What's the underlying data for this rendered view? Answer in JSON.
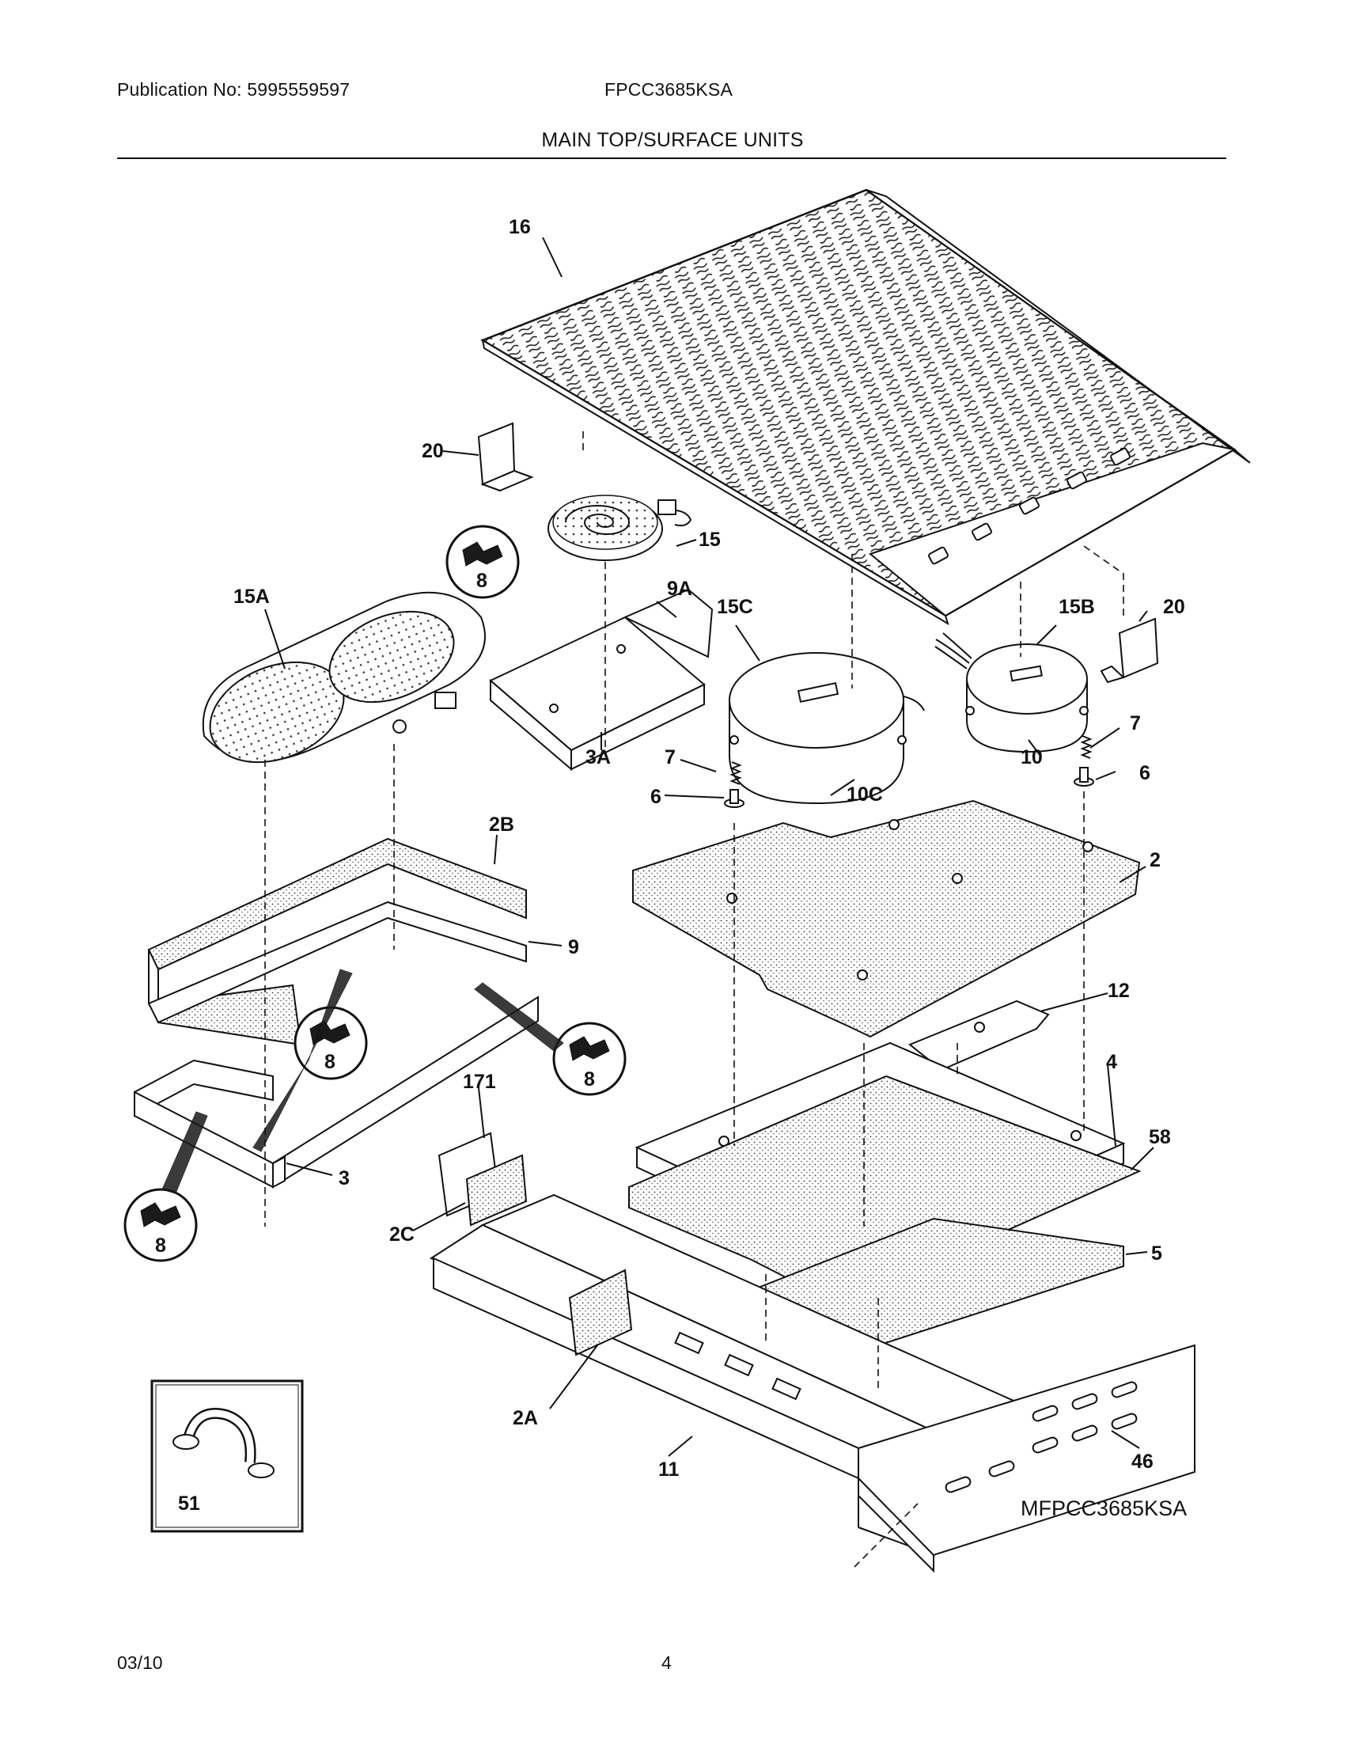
{
  "header": {
    "publication": "Publication No: 5995559597",
    "model": "FPCC3685KSA",
    "section_title": "MAIN TOP/SURFACE UNITS"
  },
  "footer": {
    "date": "03/10",
    "page": "4"
  },
  "diagram": {
    "drawing_code": "MFPCC3685KSA",
    "callouts": {
      "c16": "16",
      "c20a": "20",
      "c20b": "20",
      "c15": "15",
      "c9A": "9A",
      "c15A": "15A",
      "c15C": "15C",
      "c15B": "15B",
      "c7a": "7",
      "c7b": "7",
      "c6a": "6",
      "c6b": "6",
      "c3A": "3A",
      "c10C": "10C",
      "c10": "10",
      "c2B": "2B",
      "c2": "2",
      "c9": "9",
      "c12": "12",
      "c4": "4",
      "c171": "171",
      "c58": "58",
      "c3": "3",
      "c2C": "2C",
      "c5": "5",
      "c2A": "2A",
      "c46": "46",
      "c11": "11",
      "c51": "51",
      "clip1": "8",
      "clip2": "8",
      "clip3": "8",
      "clip4": "8"
    }
  }
}
